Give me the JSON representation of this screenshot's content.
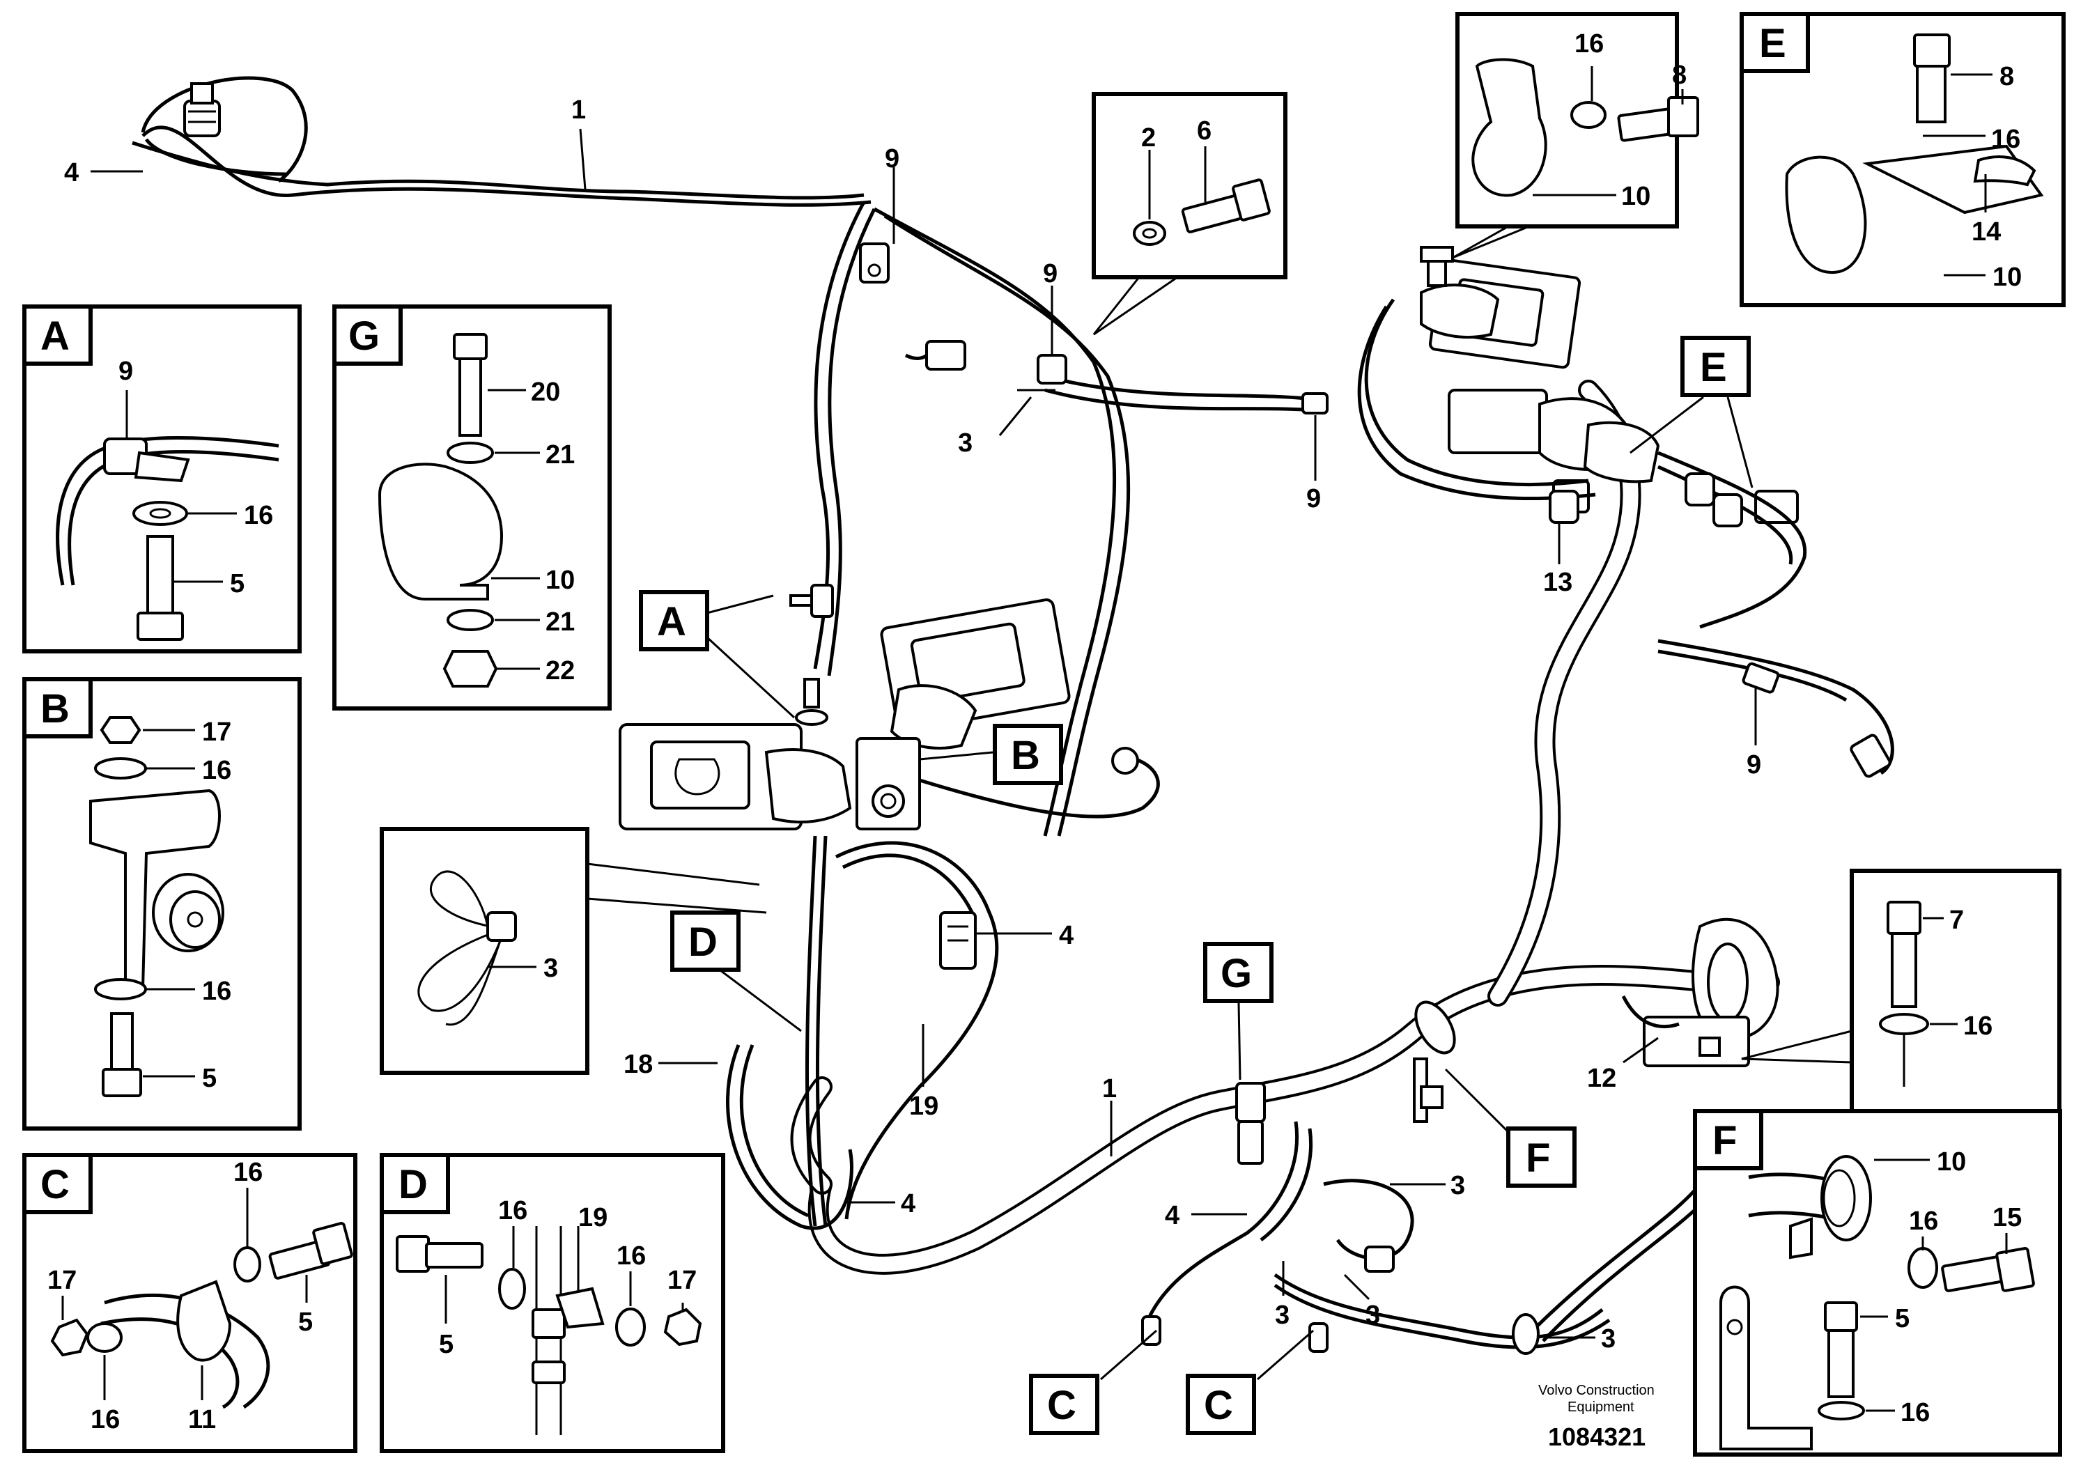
{
  "callouts": {
    "c_4_top": "4",
    "c_1_top": "1",
    "c_9_a": "9",
    "c_9_b": "9",
    "c_3_a": "3",
    "c_9_c": "9",
    "c_13": "13",
    "c_9_d": "9",
    "c_4_mid": "4",
    "c_18": "18",
    "c_19": "19",
    "c_4_low": "4",
    "c_1_low": "1",
    "c_3_b": "3",
    "c_4_c": "4",
    "c_3_c": "3",
    "c_3_d": "3",
    "c_3_e": "3",
    "c_12": "12"
  },
  "detail_tags": {
    "A": "A",
    "B": "B",
    "C1": "C",
    "C2": "C",
    "D": "D",
    "E": "E",
    "F": "F",
    "G": "G"
  },
  "detail_2_6": {
    "n2": "2",
    "n6": "6"
  },
  "detail_16_8_10": {
    "n16": "16",
    "n8": "8",
    "n10": "10"
  },
  "detail_E": {
    "tag": "E",
    "n8": "8",
    "n16": "16",
    "n14": "14",
    "n10": "10"
  },
  "detail_A": {
    "tag": "A",
    "n9": "9",
    "n16": "16",
    "n5": "5"
  },
  "detail_G": {
    "tag": "G",
    "n20": "20",
    "n21a": "21",
    "n10": "10",
    "n21b": "21",
    "n22": "22"
  },
  "detail_B": {
    "tag": "B",
    "n17": "17",
    "n16a": "16",
    "n16b": "16",
    "n5": "5"
  },
  "detail_3": {
    "n3": "3"
  },
  "detail_C": {
    "tag": "C",
    "n16a": "16",
    "n17": "17",
    "n5": "5",
    "n16b": "16",
    "n11": "11"
  },
  "detail_D": {
    "tag": "D",
    "n16a": "16",
    "n19": "19",
    "n16b": "16",
    "n17": "17",
    "n5": "5"
  },
  "detail_7_16": {
    "n7": "7",
    "n16": "16"
  },
  "detail_F": {
    "tag": "F",
    "n10": "10",
    "n16": "16",
    "n15": "15",
    "n5": "5",
    "n16b": "16"
  },
  "footer": {
    "credit_line1": "Volvo Construction",
    "credit_line2": "Equipment",
    "doc_number": "1084321"
  }
}
